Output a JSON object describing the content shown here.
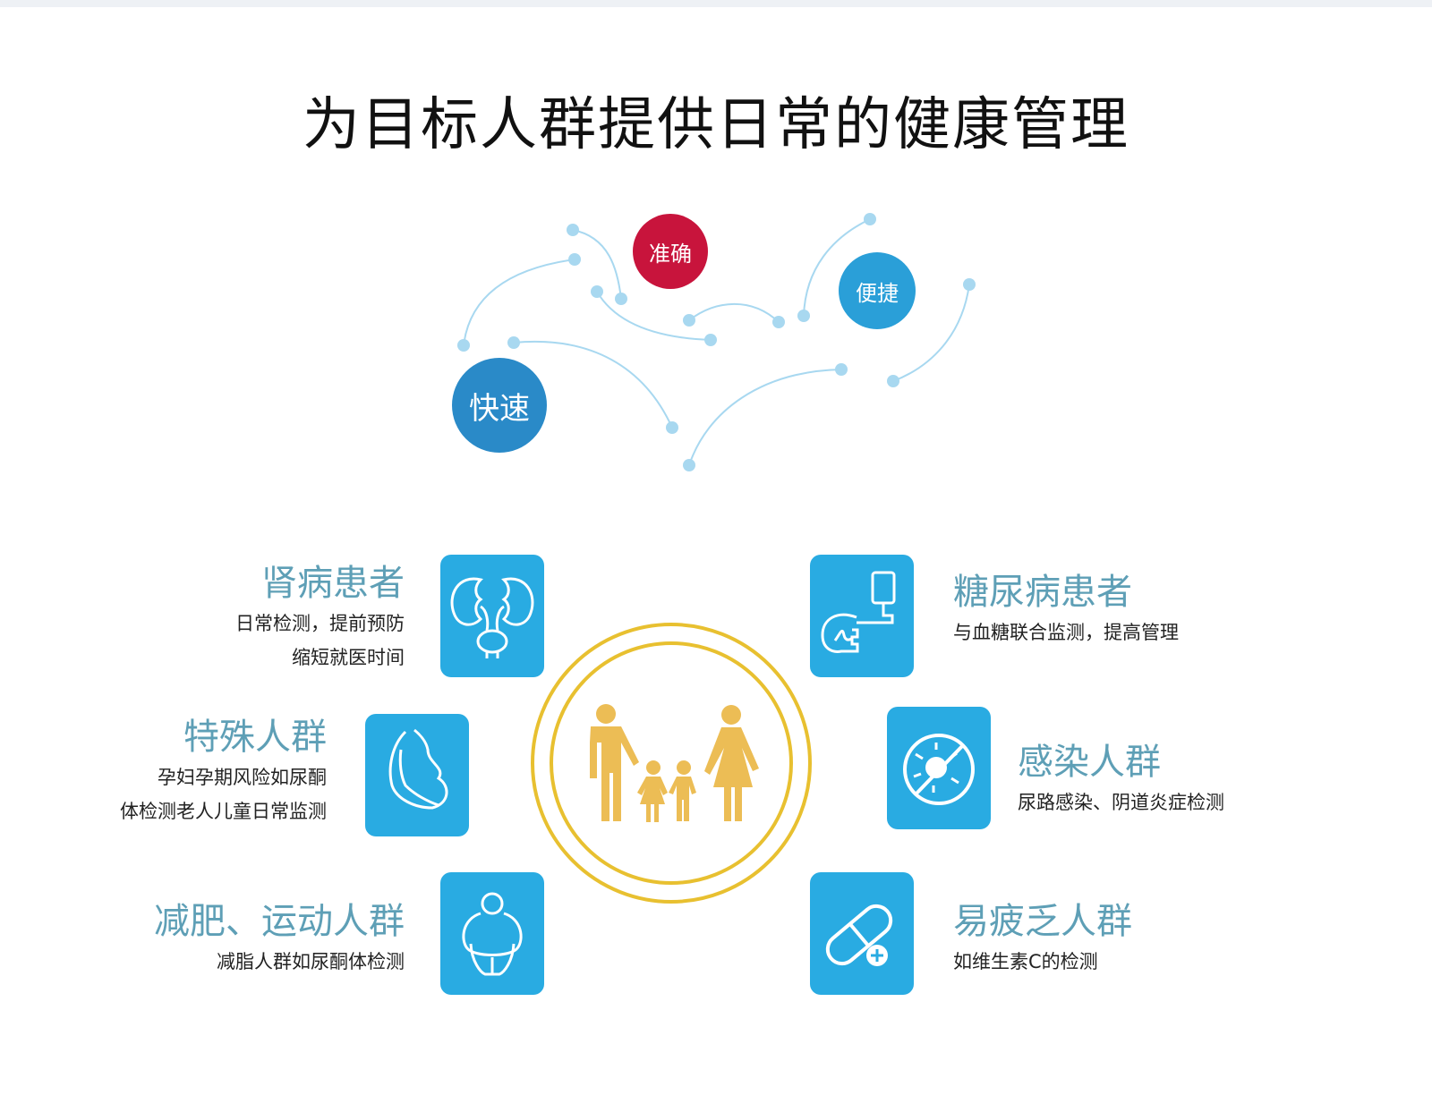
{
  "title": "为目标人群提供日常的健康管理",
  "features": [
    {
      "label": "准确",
      "color": "#c8143c"
    },
    {
      "label": "便捷",
      "color": "#2a9fd8"
    },
    {
      "label": "快速",
      "color": "#2a8ac8"
    }
  ],
  "groups": [
    {
      "title": "肾病患者",
      "lines": [
        "日常检测，提前预防",
        "缩短就医时间"
      ],
      "icon": "kidney-icon"
    },
    {
      "title": "特殊人群",
      "lines": [
        "孕妇孕期风险如尿酮",
        "体检测老人儿童日常监测"
      ],
      "icon": "pregnancy-icon"
    },
    {
      "title": "减肥、运动人群",
      "lines": [
        "减脂人群如尿酮体检测"
      ],
      "icon": "obesity-icon"
    },
    {
      "title": "糖尿病患者",
      "lines": [
        "与血糖联合监测，提高管理"
      ],
      "icon": "glucose-meter-icon"
    },
    {
      "title": "感染人群",
      "lines": [
        "尿路感染、阴道炎症检测"
      ],
      "icon": "no-virus-icon"
    },
    {
      "title": "易疲乏人群",
      "lines": [
        "如维生素C的检测"
      ],
      "icon": "pill-icon"
    }
  ],
  "colors": {
    "icon_bg": "#29abe2",
    "ring": "#e8c030",
    "family": "#ecbd55",
    "heading": "#5e9fb6",
    "dot": "#a8d8f0"
  }
}
